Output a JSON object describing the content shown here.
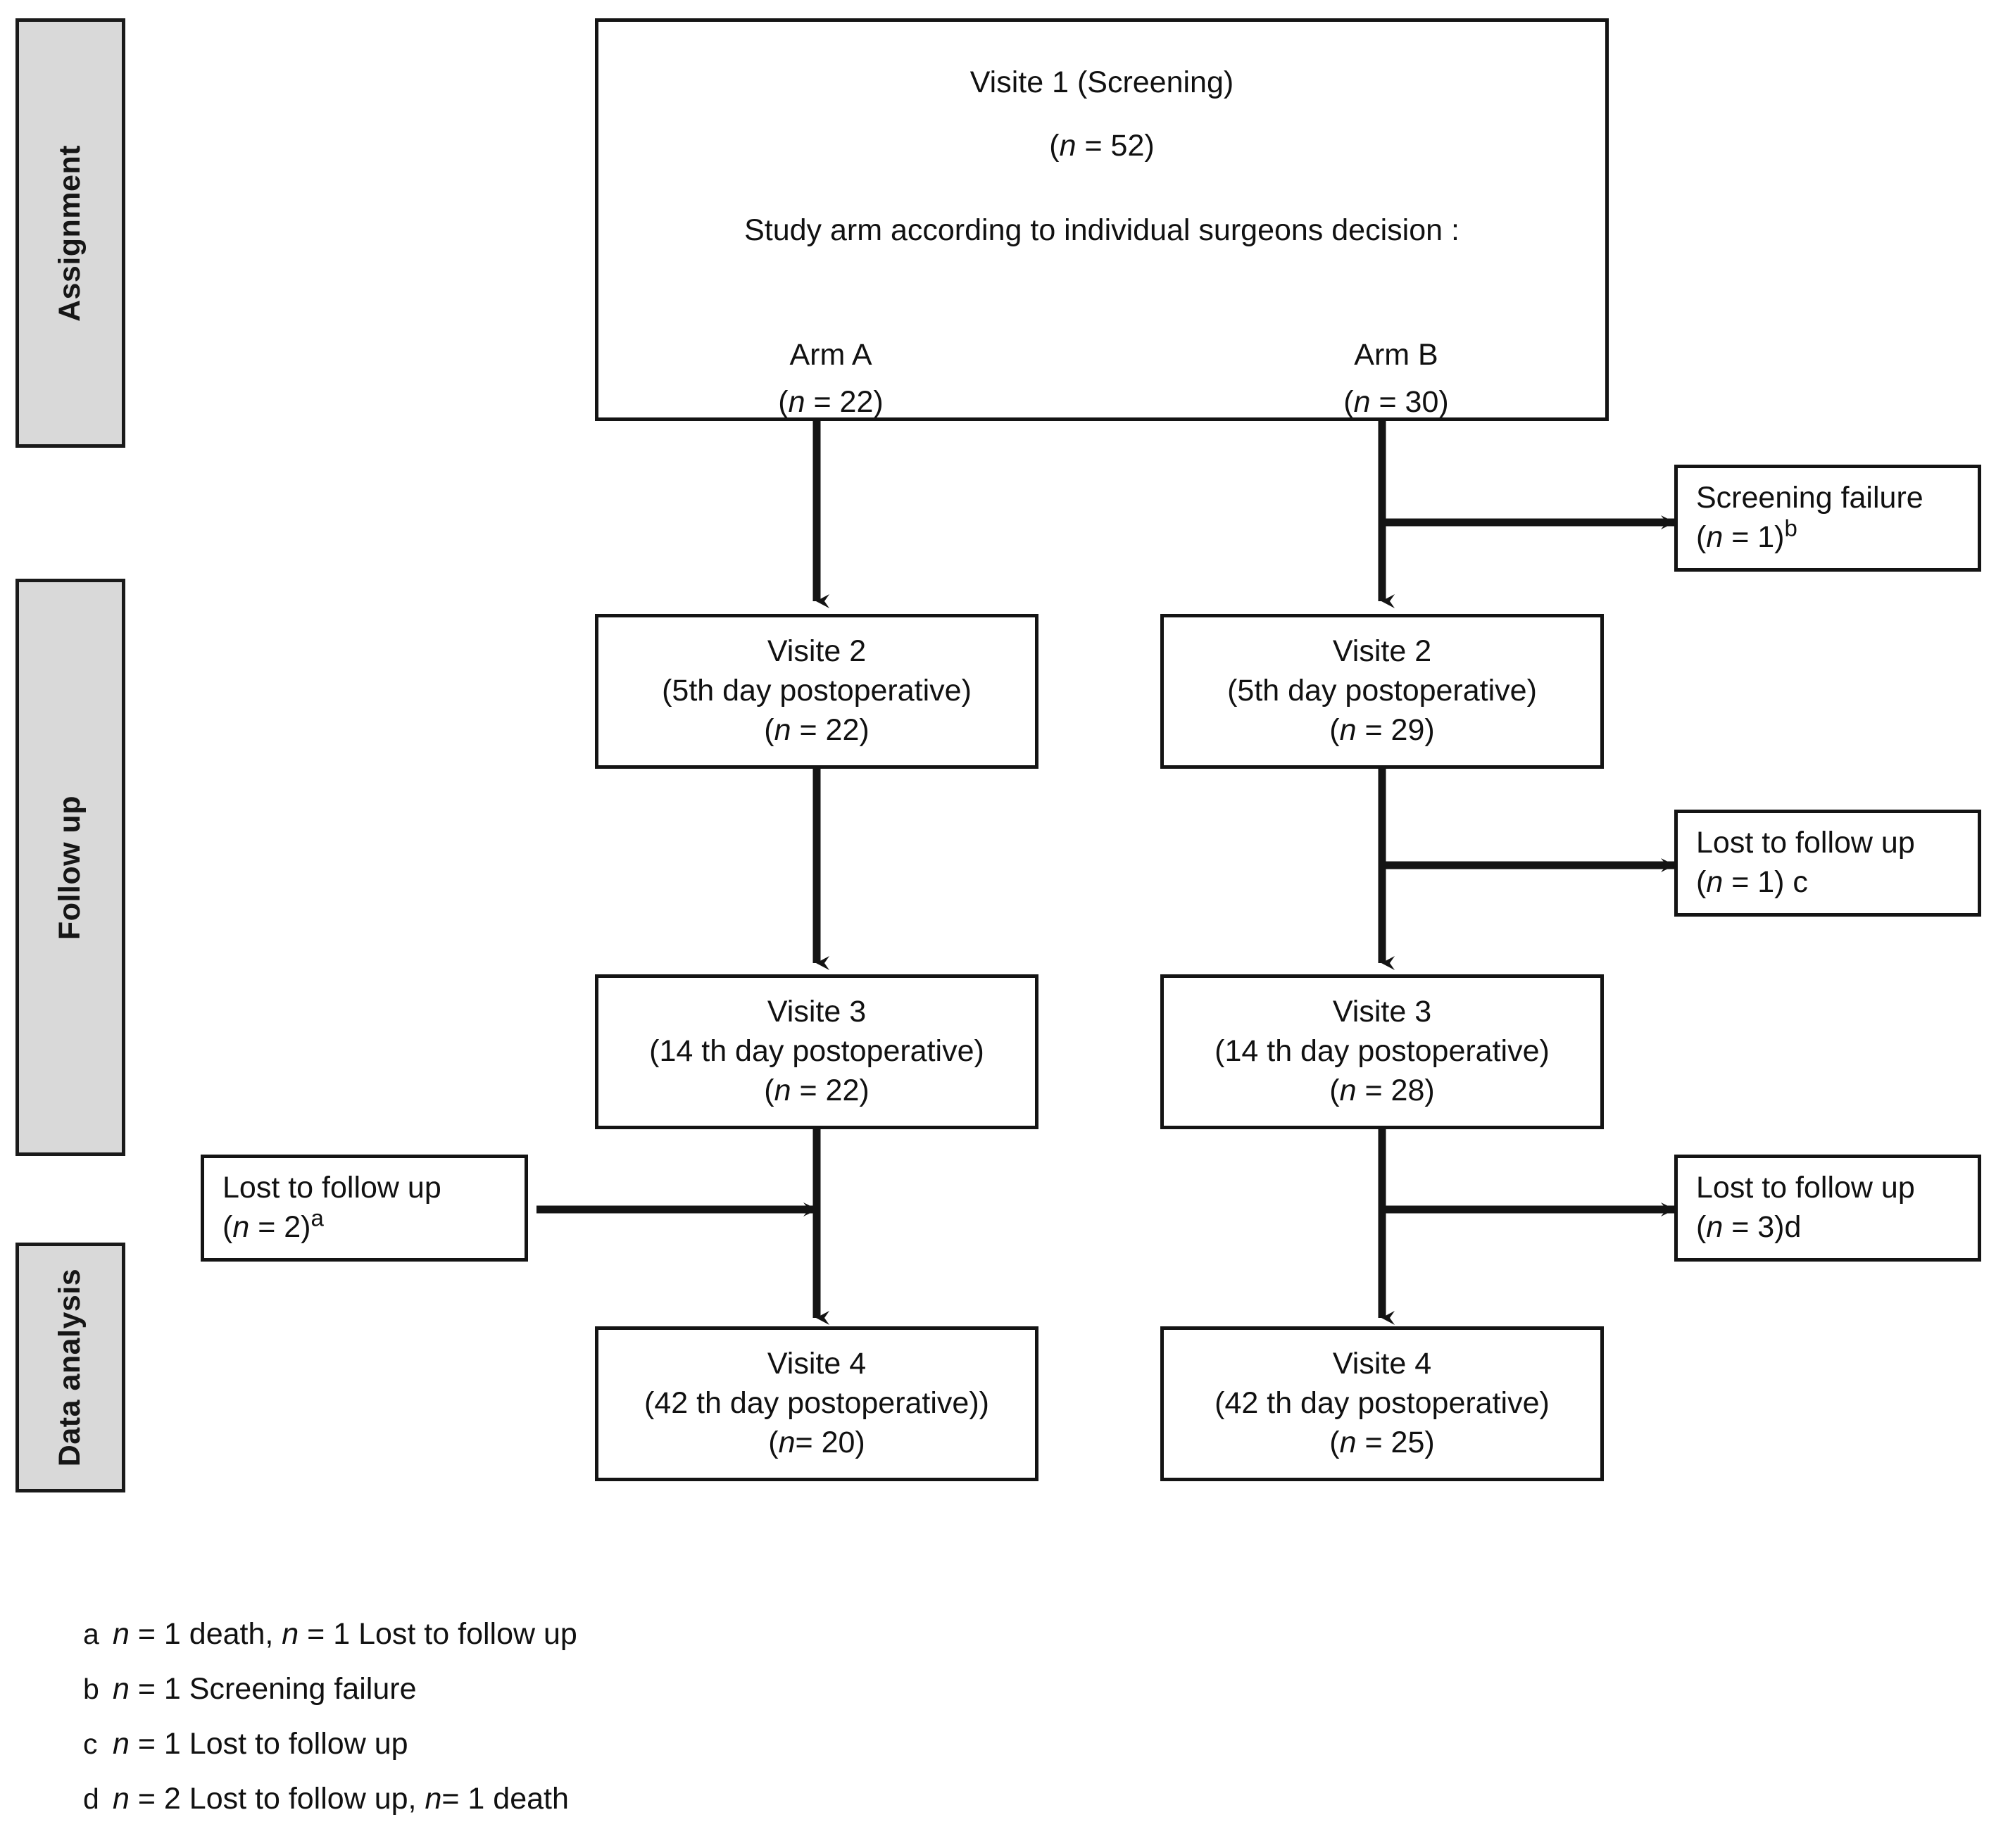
{
  "figure": {
    "type": "clinical-trial-flow-diagram",
    "title": "Study participant flow (CONSORT-style) diagram"
  },
  "stages": [
    {
      "id": "assignment",
      "label": "Assignment"
    },
    {
      "id": "follow-up",
      "label": "Follow up"
    },
    {
      "id": "data-analysis",
      "label": "Data analysis"
    }
  ],
  "screening": {
    "title": "Visite 1 (Screening)",
    "n_label": "(n = 52)",
    "n_prefix": "(",
    "n_italic": "n",
    "n_value": " = 52)",
    "instruction": "Study arm according to individual surgeons decision  :",
    "arms": [
      {
        "id": "arm-a",
        "name": "Arm A",
        "n_text": " = 22)"
      },
      {
        "id": "arm-b",
        "name": "Arm B",
        "n_text": " = 30)"
      }
    ]
  },
  "arm_a": {
    "visite2": {
      "l1": "Visite 2",
      "l2": "(5th day postoperative)",
      "n_text": " =  22)"
    },
    "visite3": {
      "l1": "Visite 3",
      "l2": "(14 th day postoperative)",
      "n_text": " = 22)"
    },
    "visite4": {
      "l1": "Visite 4",
      "l2": "(42 th day postoperative))",
      "n_text": "=  20)"
    }
  },
  "arm_b": {
    "visite2": {
      "l1": "Visite 2",
      "l2": "(5th day postoperative)",
      "n_text": " = 29)"
    },
    "visite3": {
      "l1": "Visite 3",
      "l2": "(14 th day postoperative)",
      "n_text": " = 28)"
    },
    "visite4": {
      "l1": "Visite 4",
      "l2": "(42 th day postoperative)",
      "n_text": " = 25)"
    }
  },
  "exclusions": {
    "screening_failure": {
      "l1": "Screening failure",
      "n_text": " = 1)",
      "note": "b"
    },
    "lost_b_v2": {
      "l1": "Lost to follow up",
      "n_text": " = 1) c",
      "note": ""
    },
    "lost_a_v3": {
      "l1": "Lost to follow up",
      "n_text": " = 2)",
      "note": "a"
    },
    "lost_b_v3": {
      "l1": "Lost to follow up",
      "n_text": " = 3)d",
      "note": ""
    }
  },
  "footnotes": [
    {
      "marker": "a",
      "pre": " = 1 death, ",
      "mid": " = 1 Lost to follow up"
    },
    {
      "marker": "b",
      "pre": " = 1 Screening failure",
      "mid": ""
    },
    {
      "marker": "c",
      "pre": " = 1 Lost to follow up",
      "mid": ""
    },
    {
      "marker": "d",
      "pre": " = 2 Lost to follow up, ",
      "mid": "=  1 death"
    }
  ],
  "colors": {
    "stroke": "#141414",
    "stage_fill": "#d9d9d9",
    "box_fill": "#ffffff",
    "text": "#111111"
  }
}
